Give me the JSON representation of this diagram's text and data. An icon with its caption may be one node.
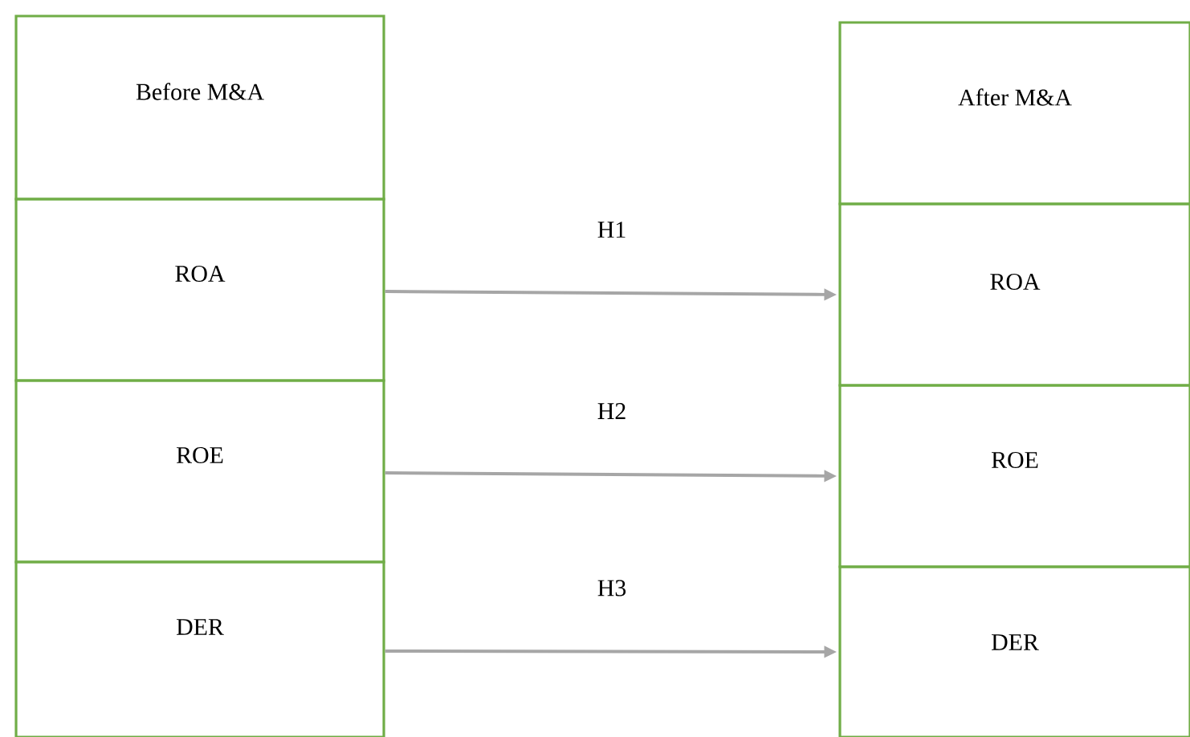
{
  "diagram": {
    "nodes": [
      {
        "text": [
          "Before M&A"
        ]
      },
      {
        "text": [
          "ROA"
        ]
      },
      {
        "text": [
          "ROE"
        ]
      },
      {
        "text": [
          "DER"
        ]
      },
      {
        "text": [
          "After M&A"
        ]
      },
      {
        "text": [
          "ROA"
        ]
      },
      {
        "text": [
          "ROE"
        ]
      },
      {
        "text": [
          "DER"
        ]
      }
    ],
    "edges": [
      {
        "from": 1,
        "to": 5,
        "arrow": "to",
        "label": "H1"
      },
      {
        "from": 2,
        "to": 6,
        "arrow": "to",
        "label": "H2"
      },
      {
        "from": 3,
        "to": 7,
        "arrow": "to",
        "label": "H3"
      }
    ]
  }
}
